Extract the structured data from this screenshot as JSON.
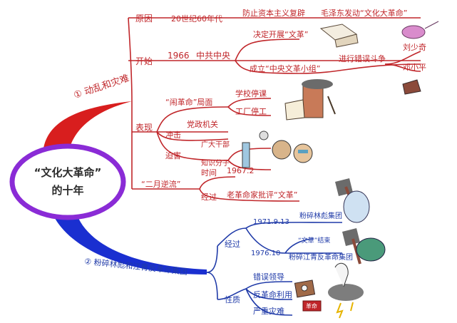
{
  "center": {
    "line1": "“文化大革命”",
    "line2": "的十年"
  },
  "branch1": {
    "title": "① 动乱和灾难",
    "origin": {
      "label": "原因",
      "time": "20世纪60年代",
      "item1": "防止资本主义复辟",
      "item2": "毛泽东发动“文化大革命”"
    },
    "start": {
      "label": "开始",
      "year": "1966",
      "org": "中共中央",
      "item1": "决定开展“文革”",
      "item2": "成立“中央文革小组”",
      "item3": "进行错误斗争",
      "person1": "刘少奇",
      "person2": "邓小平"
    },
    "manifest": {
      "label": "表现",
      "sub1": "“闹革命”局面",
      "sub1a": "学校停课",
      "sub1b": "工厂停工",
      "sub2": "冲击",
      "sub2a": "党政机关",
      "sub3": "迫害",
      "sub3a": "广大干部",
      "sub3b": "知识分子"
    },
    "feb": {
      "label": "“二月逆流”",
      "time_label": "时间",
      "time": "1967.2",
      "process_label": "经过",
      "process": "老革命家批评“文革”"
    }
  },
  "branch2": {
    "title": "② 粉碎林彪和江青反革命集团",
    "process": {
      "label": "经过",
      "date1": "1971.9.13",
      "event1": "粉碎林彪集团",
      "date2": "1976.10",
      "event2a": "“文革”结束",
      "event2b": "粉碎江青反革命集团"
    },
    "nature": {
      "label": "性质",
      "item1": "错误领导",
      "item2": "反革命利用",
      "item3": "严重灾难",
      "tag": "革命"
    }
  },
  "colors": {
    "red": "#c0262a",
    "blue": "#1f3aa8",
    "purple": "#8a2bd6"
  }
}
